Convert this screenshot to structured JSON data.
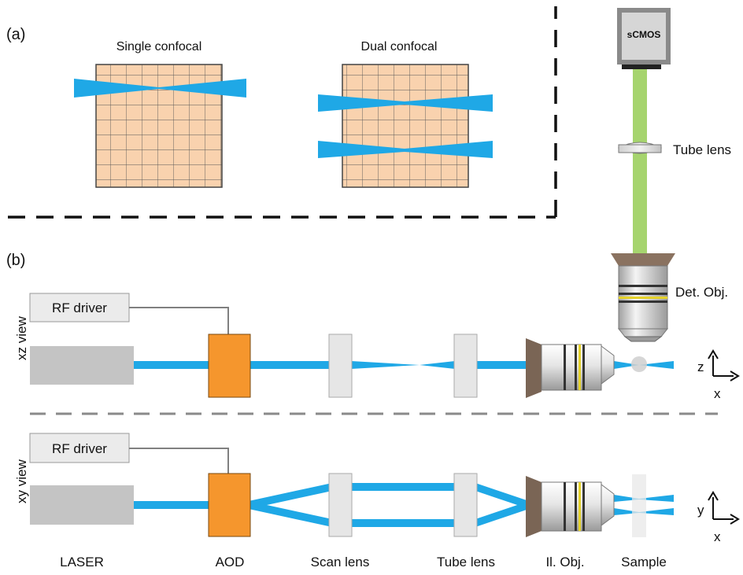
{
  "panel_a": {
    "label": "(a)",
    "single_title": "Single confocal",
    "dual_title": "Dual confocal"
  },
  "panel_b": {
    "label": "(b)",
    "xz_view_label": "xz view",
    "xy_view_label": "xy view",
    "rf_driver_label": "RF driver"
  },
  "detection": {
    "camera_label": "sCMOS",
    "tube_lens_label": "Tube lens",
    "det_obj_label": "Det. Obj."
  },
  "axes": {
    "xz": {
      "vertical": "z",
      "horizontal": "x"
    },
    "xy": {
      "vertical": "y",
      "horizontal": "x"
    }
  },
  "bottom_labels": [
    "LASER",
    "AOD",
    "Scan lens",
    "Tube lens",
    "Il. Obj.",
    "Sample"
  ],
  "colors": {
    "beam_blue": "#1fa8e6",
    "detect_green": "#a6d46e",
    "aod_orange": "#f5962d",
    "grid_peach": "#f9d2ae",
    "laser_gray": "#c4c4c4",
    "dash_black": "#111111",
    "dash_gray": "#8a8a8a"
  }
}
